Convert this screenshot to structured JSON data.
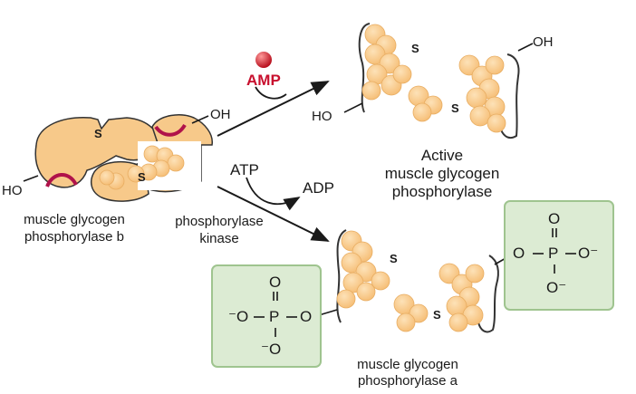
{
  "colors": {
    "subunit_fill": "#f7c98a",
    "subunit_stroke": "#333333",
    "bead_fill": "#f9c57f",
    "bead_highlight": "#fbd9a6",
    "regulatory_site": "#b0124a",
    "phosphate_box_fill": "#dcebd3",
    "phosphate_box_stroke": "#9fc48f",
    "amp_ball": "#d9343f",
    "amp_text": "#c8102e",
    "arrow": "#1a1a1a"
  },
  "left_enzyme": {
    "name_line1": "muscle glycogen",
    "name_line2": "phosphorylase b",
    "hydroxyl_left": "HO",
    "hydroxyl_right": "OH",
    "subunit_top_label": "S",
    "subunit_bottom_label": "S"
  },
  "top_pathway": {
    "effector": "AMP",
    "product_line1": "Active",
    "product_line2": "muscle glycogen",
    "product_line3": "phosphorylase",
    "hydroxyl_left": "HO",
    "hydroxyl_right": "OH",
    "subunit_top_label": "S",
    "subunit_bottom_label": "S"
  },
  "bottom_pathway": {
    "cofactor_in": "ATP",
    "cofactor_out": "ADP",
    "enzyme_line1": "phosphorylase",
    "enzyme_line2": "kinase",
    "product_line1": "muscle glycogen",
    "product_line2": "phosphorylase a",
    "subunit_top_label": "S",
    "subunit_bottom_label": "S"
  },
  "phosphate_left": {
    "top_o": "O",
    "double_bond": "=",
    "left_o": "⁻O",
    "phosphorus": "P",
    "right_o": "O",
    "bottom_o": "⁻O"
  },
  "phosphate_right": {
    "top_o": "O",
    "double_bond": "=",
    "left_o": "O",
    "phosphorus": "P",
    "right_o": "O⁻",
    "bottom_o": "O⁻"
  }
}
